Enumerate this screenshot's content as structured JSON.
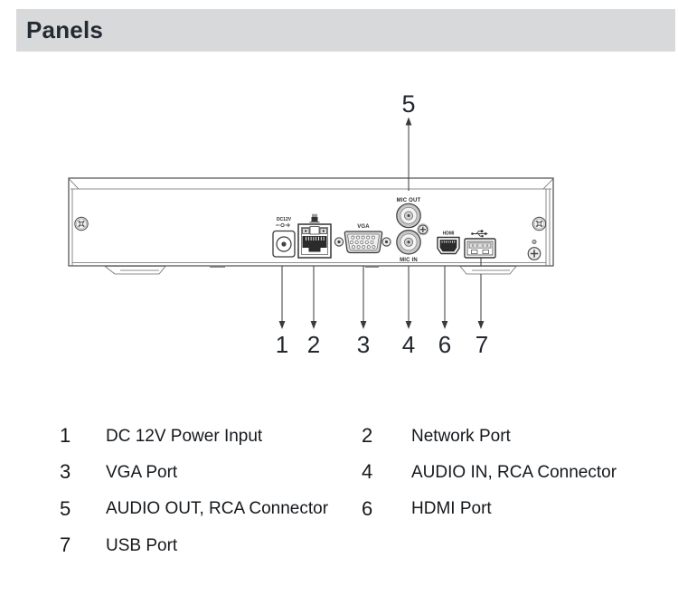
{
  "header": {
    "title": "Panels",
    "bg_color": "#d8d9da",
    "text_color": "#242b33"
  },
  "diagram": {
    "description": "Rear panel line drawing of recorder",
    "top_callout": "5",
    "bottom_callouts": [
      "1",
      "2",
      "3",
      "4",
      "6",
      "7"
    ],
    "port_labels": {
      "power": "DC12V",
      "vga": "VGA",
      "audio_out": "MIC OUT",
      "audio_in": "MIC IN",
      "hdmi": "HDMI"
    },
    "icons": [
      "lan-icon",
      "usb-icon",
      "polarity-icon",
      "screw-icon",
      "ground-screw-icon"
    ]
  },
  "legend": {
    "left": [
      {
        "num": "1",
        "label": "DC 12V Power Input"
      },
      {
        "num": "3",
        "label": "VGA Port"
      },
      {
        "num": "5",
        "label": "AUDIO OUT, RCA Connector"
      },
      {
        "num": "7",
        "label": "USB Port"
      }
    ],
    "right": [
      {
        "num": "2",
        "label": "Network Port"
      },
      {
        "num": "4",
        "label": "AUDIO IN, RCA Connector"
      },
      {
        "num": "6",
        "label": "HDMI Port"
      }
    ]
  }
}
